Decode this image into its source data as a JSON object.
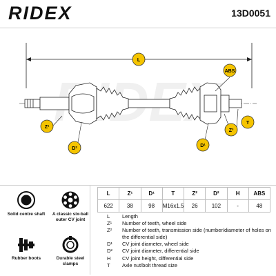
{
  "header": {
    "brand": "RIDEX",
    "part_number": "13D0051"
  },
  "diagram": {
    "watermark": "RIDEX",
    "labels": {
      "length": "L",
      "abs": "ABS",
      "z1": "Z¹",
      "z2": "Z²",
      "d1": "D¹",
      "d2": "D²",
      "z3": "Z³",
      "t": "T"
    },
    "colors": {
      "badge_fill": "#f5c400",
      "badge_stroke": "#333333",
      "line": "#222222"
    }
  },
  "table": {
    "headers": [
      "L",
      "Z¹",
      "D¹",
      "T",
      "Z²",
      "D²",
      "H",
      "ABS"
    ],
    "values": [
      "622",
      "38",
      "98",
      "M16x1.5",
      "26",
      "102",
      "-",
      "48"
    ]
  },
  "legend": [
    {
      "key": "L",
      "text": "Length"
    },
    {
      "key": "Z¹",
      "text": "Number of teeth, wheel side"
    },
    {
      "key": "Z²",
      "text": "Number of teeth, transmission side (number/diameter of holes on the differential side)"
    },
    {
      "key": "D¹",
      "text": "CV joint diameter, wheel side"
    },
    {
      "key": "D²",
      "text": "CV joint diameter, differential side"
    },
    {
      "key": "H",
      "text": "CV joint height, differential side"
    },
    {
      "key": "T",
      "text": "Axle nut/bolt thread size"
    }
  ],
  "features": [
    {
      "icon": "solid-shaft-icon",
      "label": "Solid centre shaft"
    },
    {
      "icon": "cv-joint-icon",
      "label": "A classic six-ball outer CV joint"
    },
    {
      "icon": "rubber-boot-icon",
      "label": "Rubber boots"
    },
    {
      "icon": "steel-clamp-icon",
      "label": "Durable steel clamps"
    }
  ]
}
